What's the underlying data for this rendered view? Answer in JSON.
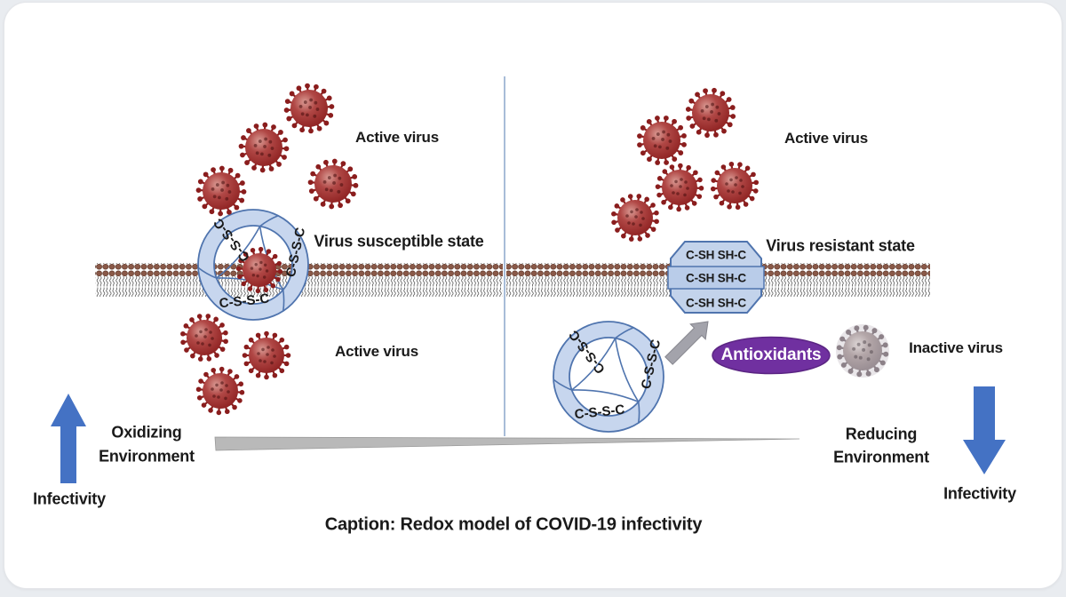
{
  "caption": "Caption: Redox model of COVID-19 infectivity",
  "left_panel": {
    "active_virus_top_label": "Active virus",
    "susceptible_label": "Virus susceptible state",
    "active_virus_bottom_label": "Active virus",
    "disulfide_label": "C-S-S-C",
    "oxidizing_line1": "Oxidizing",
    "oxidizing_line2": "Environment",
    "infectivity_label": "Infectivity"
  },
  "right_panel": {
    "active_virus_label": "Active virus",
    "resistant_label": "Virus resistant state",
    "thiol_label": "C-SH SH-C",
    "disulfide_label": "C-S-S-C",
    "antioxidants_label": "Antioxidants",
    "inactive_virus_label": "Inactive virus",
    "reducing_line1": "Reducing",
    "reducing_line2": "Environment",
    "infectivity_label": "Infectivity"
  },
  "icons": {
    "active_virus_icon": "red spiked coronavirus particle",
    "inactive_virus_icon": "gray spiked coronavirus particle with halo",
    "disulfide_ring_icon": "blue triquetra ring with C-S-S-C bonds",
    "thiol_octagon_icon": "blue octagon channel with C-SH SH-C rows",
    "membrane_icon": "lipid bilayer membrane",
    "up_arrow_icon": "blue upward infectivity arrow",
    "down_arrow_icon": "blue downward infectivity arrow",
    "gray_arrow_icon": "gray reaction arrow",
    "balance_wedge_icon": "gray tapered balance beam",
    "divider_icon": "vertical divider line"
  },
  "colors": {
    "virus_red_dark": "#8c1f1f",
    "virus_red_mid": "#b04745",
    "virus_red_light": "#d99a93",
    "spike_red": "#8a1d1d",
    "virus_gray_dark": "#958a90",
    "virus_gray_mid": "#b3a6a8",
    "virus_gray_light": "#ddd6d6",
    "spike_gray": "#8c8188",
    "halo_gray": "#e9e6e9",
    "ring_fill": "#c7d6ee",
    "ring_stroke": "#4f74ae",
    "octagon_fill": "#c3d3eb",
    "octagon_band_fill": "#b9cce9",
    "arrow_blue": "#4472c4",
    "arrow_gray": "#a3a3ab",
    "arrow_gray_stroke": "#85858d",
    "antioxidant_purple": "#7030a0",
    "antioxidant_purple_dark": "#5b2583",
    "membrane_head": "#8a5948",
    "membrane_head_stroke": "#5e3628",
    "membrane_tail": "#3f3f3f",
    "divider_blue": "#93abce",
    "wedge_gray": "#b9b9b9",
    "wedge_gray_stroke": "#9a9a9a",
    "text_dark": "#1a1a1a",
    "text_white": "#ffffff"
  }
}
